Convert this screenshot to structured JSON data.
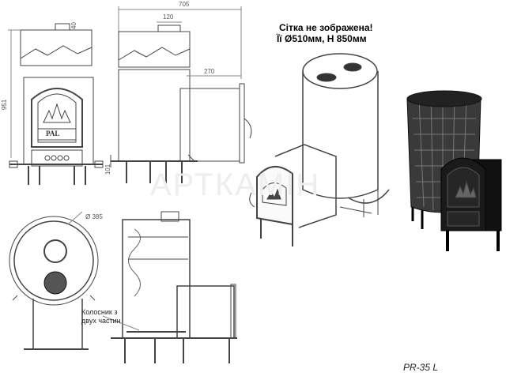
{
  "notes": {
    "grid_not_shown": "Сітка не зображена!",
    "grid_size": "Її Ø510мм, Н 850мм"
  },
  "dimensions": {
    "overall_width": "705",
    "chimney_width": "120",
    "side_offset": "270",
    "height_total": "951",
    "top_offset": "40",
    "leg_height": "101",
    "diameter": "Ø 385"
  },
  "door_badge": "PAL",
  "callouts": {
    "grate": "Колосник з\nдвух частин"
  },
  "model_name": "PR-35 L",
  "watermark": "АРТКАМІН"
}
